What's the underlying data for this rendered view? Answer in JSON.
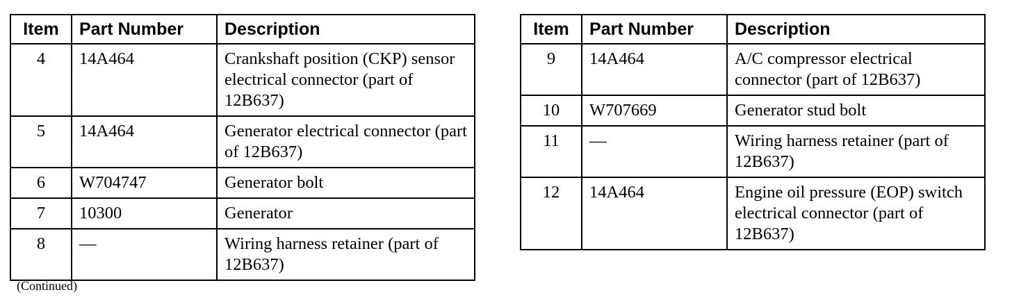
{
  "left_table": {
    "headers": {
      "item": "Item",
      "part_number": "Part Number",
      "description": "Description"
    },
    "rows": [
      {
        "item": "4",
        "part_number": "14A464",
        "description": "Crankshaft position (CKP) sensor electrical connector (part of 12B637)"
      },
      {
        "item": "5",
        "part_number": "14A464",
        "description": "Generator electrical connector (part of 12B637)"
      },
      {
        "item": "6",
        "part_number": "W704747",
        "description": "Generator bolt"
      },
      {
        "item": "7",
        "part_number": "10300",
        "description": "Generator"
      },
      {
        "item": "8",
        "part_number": "—",
        "description": "Wiring harness retainer (part of 12B637)"
      }
    ]
  },
  "right_table": {
    "headers": {
      "item": "Item",
      "part_number": "Part Number",
      "description": "Description"
    },
    "rows": [
      {
        "item": "9",
        "part_number": "14A464",
        "description": "A/C compressor electrical connector (part of 12B637)"
      },
      {
        "item": "10",
        "part_number": "W707669",
        "description": "Generator stud bolt"
      },
      {
        "item": "11",
        "part_number": "—",
        "description": "Wiring harness retainer (part of 12B637)"
      },
      {
        "item": "12",
        "part_number": "14A464",
        "description": "Engine oil pressure (EOP) switch electrical connector (part of 12B637)"
      }
    ]
  },
  "footer": {
    "continued": "(Continued)"
  }
}
